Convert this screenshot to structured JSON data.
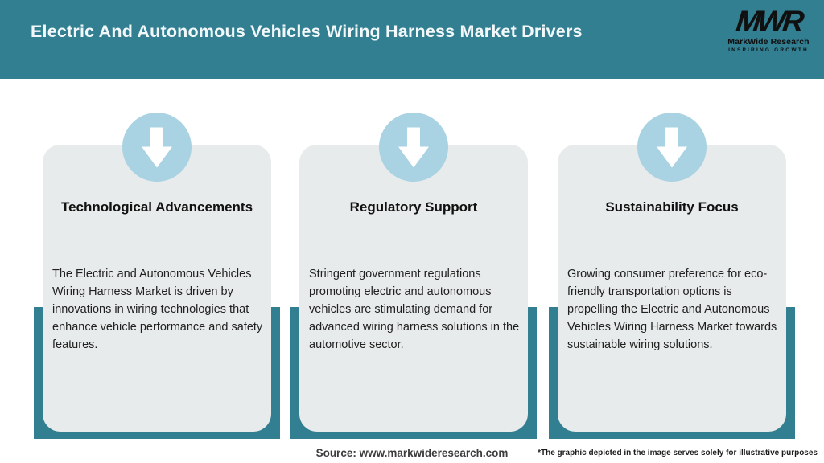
{
  "header": {
    "title": "Electric And Autonomous Vehicles Wiring Harness Market Drivers",
    "logo": {
      "monogram": "MWR",
      "name": "MarkWide Research",
      "tagline": "INSPIRING GROWTH"
    }
  },
  "cards": [
    {
      "icon": "down-arrow-icon",
      "title": "Technological Advancements",
      "body": "The Electric and Autonomous Vehicles Wiring Harness Market is driven by innovations in wiring technologies that enhance vehicle performance and safety features."
    },
    {
      "icon": "down-arrow-icon",
      "title": "Regulatory Support",
      "body": "Stringent government regulations promoting electric and autonomous vehicles are stimulating demand for advanced wiring harness solutions in the automotive sector."
    },
    {
      "icon": "down-arrow-icon",
      "title": "Sustainability Focus",
      "body": "Growing consumer preference for eco-friendly transportation options is propelling the Electric and Autonomous Vehicles Wiring Harness Market towards sustainable wiring solutions."
    }
  ],
  "footer": {
    "source": "Source: www.markwideresearch.com",
    "disclaimer": "*The graphic depicted in the image serves solely for illustrative purposes"
  },
  "colors": {
    "teal": "#327f92",
    "circle_blue": "#a9d2e2",
    "card_bg": "#e8ebeb",
    "title_text": "#111111",
    "body_text": "#212121",
    "header_text": "#f2f8f9"
  }
}
